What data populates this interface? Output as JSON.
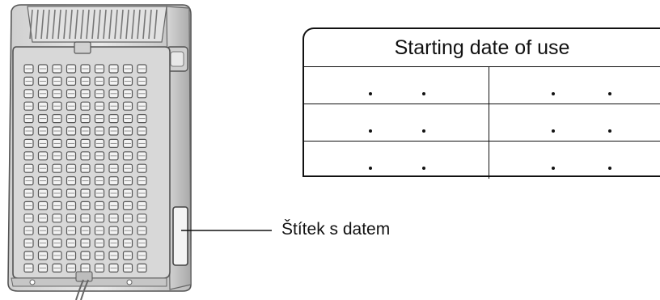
{
  "callout": {
    "label": "Štítek s datem"
  },
  "date_card": {
    "title": "Starting date of use",
    "rows": 3,
    "columns": 2
  }
}
